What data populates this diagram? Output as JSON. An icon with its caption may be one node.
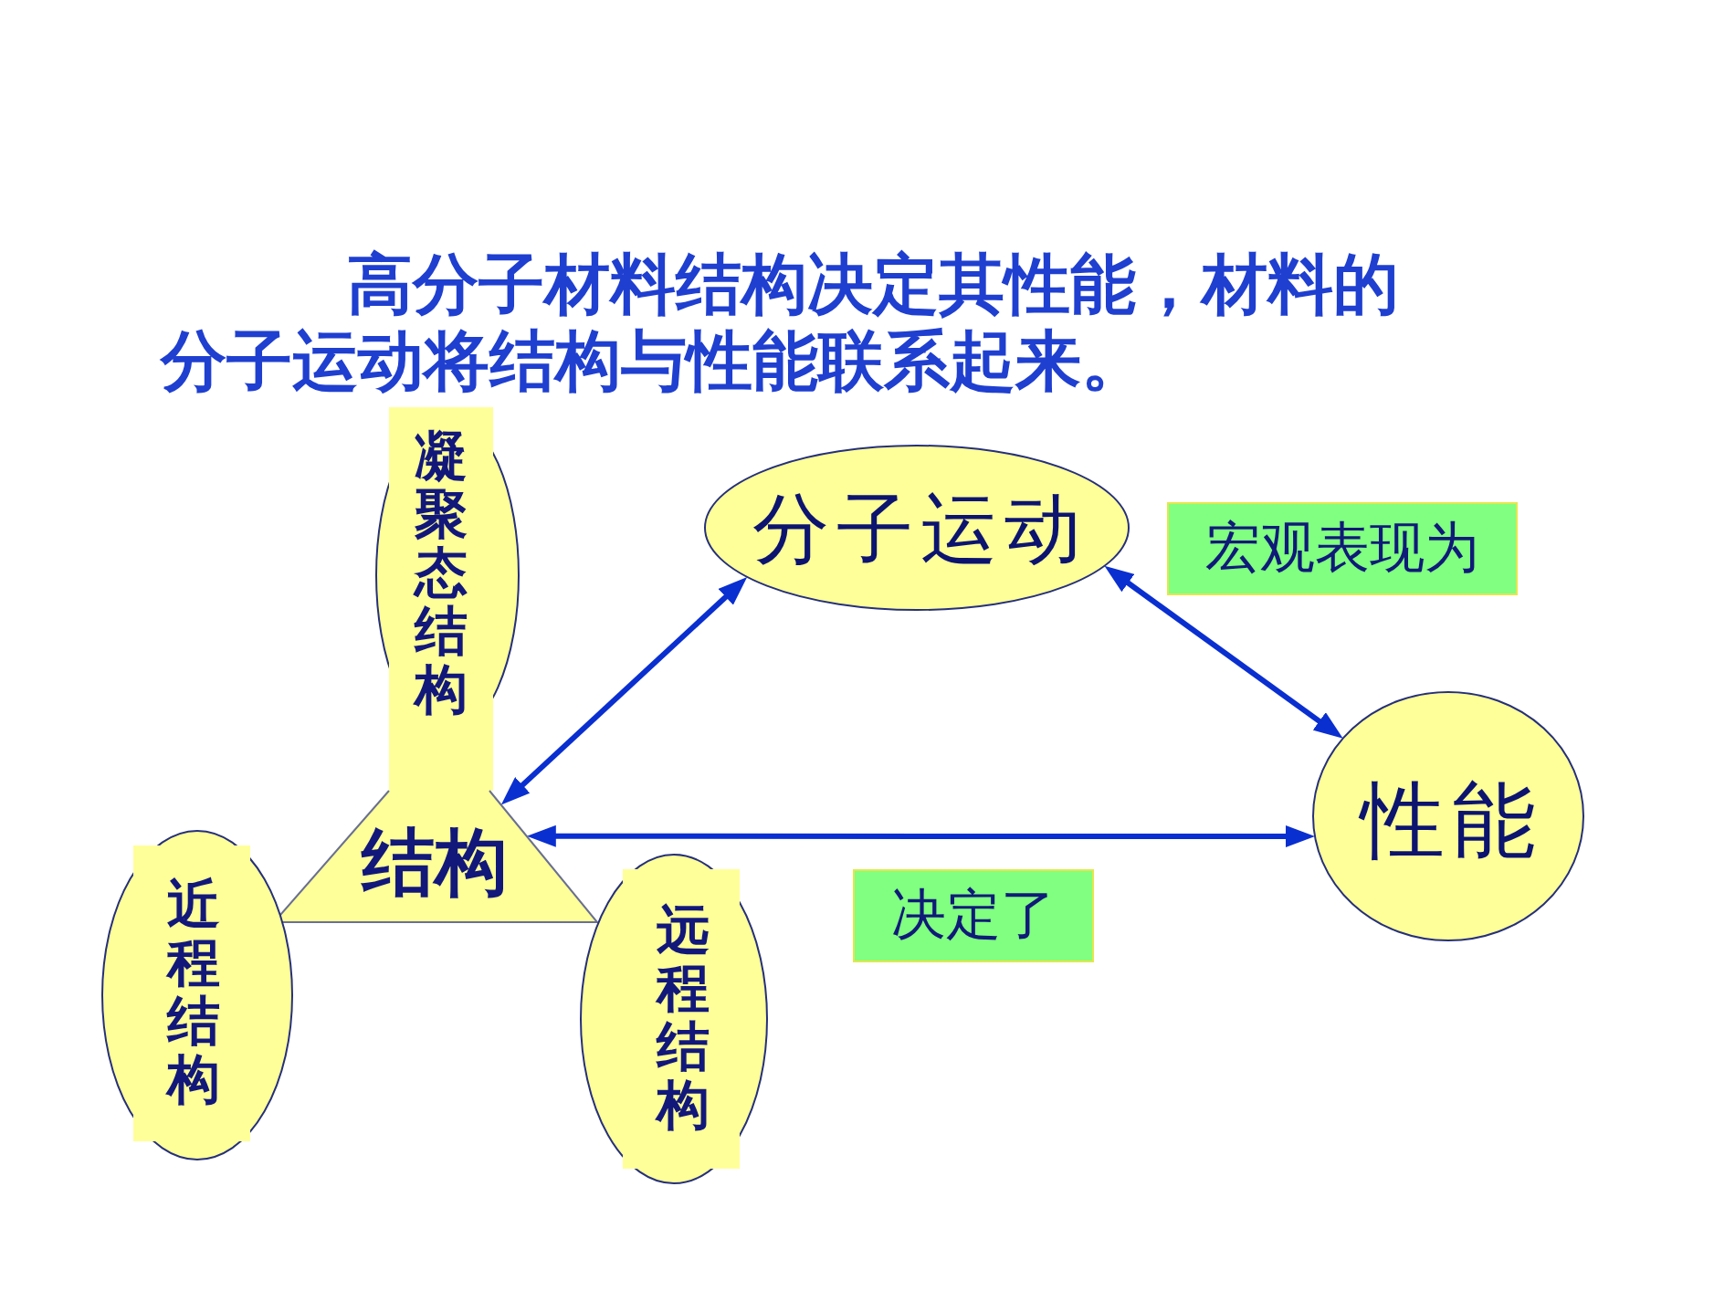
{
  "diagram": {
    "title": "高分子材料结构决定其性能，材料的分子运动将结构与性能联系起来。",
    "nodes": [
      {
        "text": [
          "凝聚态结构"
        ]
      },
      {
        "text": [
          "分子运动"
        ]
      },
      {
        "text": [
          "性能"
        ]
      },
      {
        "text": [
          "结构"
        ]
      },
      {
        "text": [
          "近程结构"
        ]
      },
      {
        "text": [
          "远程结构"
        ]
      }
    ],
    "edges": [
      {
        "from": 3,
        "to": 1,
        "arrow": "both"
      },
      {
        "from": 1,
        "to": 2,
        "arrow": "both",
        "label": "宏观表现为"
      },
      {
        "from": 3,
        "to": 2,
        "arrow": "both",
        "label": "决定了"
      }
    ]
  }
}
